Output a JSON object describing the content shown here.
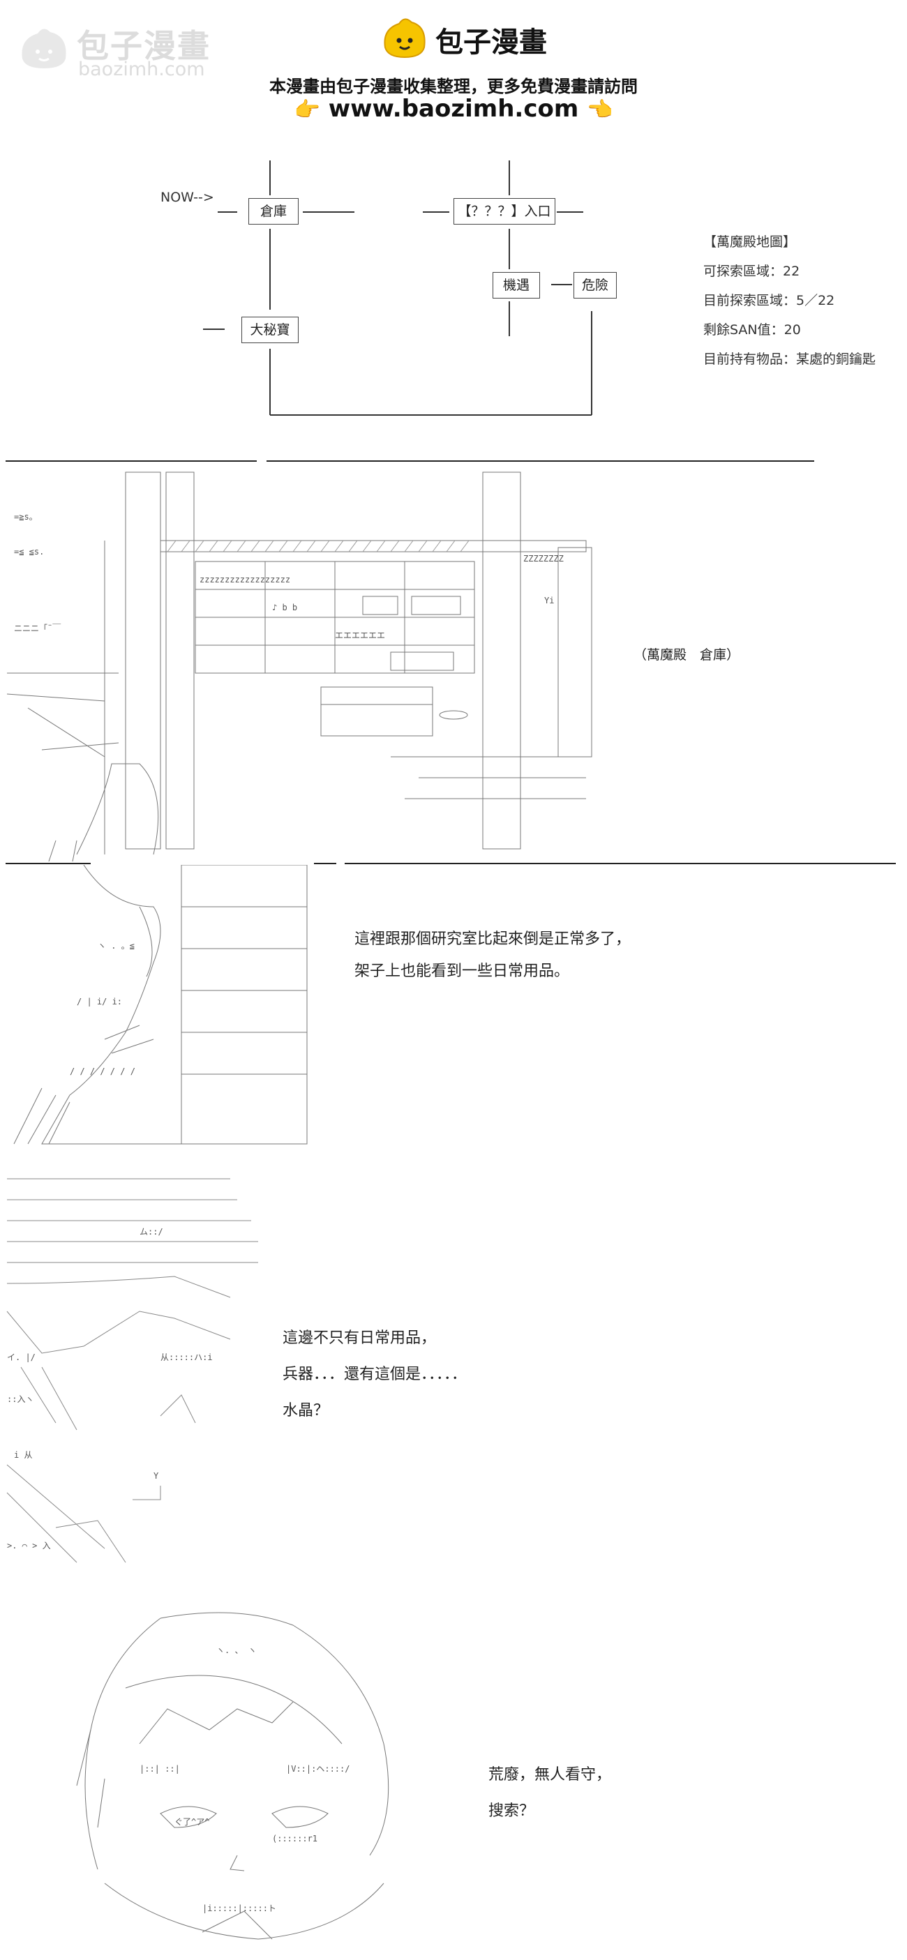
{
  "watermark": {
    "name": "包子漫畫",
    "domain": "baozimh.com"
  },
  "header": {
    "site_name": "包子漫畫",
    "notice": "本漫畫由包子漫畫收集整理，更多免費漫畫請訪問",
    "url": "www.baozimh.com",
    "hand_left": "👉",
    "hand_right": "👈"
  },
  "map": {
    "now_marker": "NOW-->",
    "nodes": {
      "warehouse": "倉庫",
      "entrance": "【？？？】入口",
      "encounter": "機遇",
      "danger": "危險",
      "treasure": "大秘寶"
    },
    "legend": {
      "title": "【萬魔殿地圖】",
      "explorable": "可探索區域：22",
      "explored": "目前探索區域：5／22",
      "san": "剩餘SAN值：20",
      "items": "目前持有物品：某處的銅鑰匙"
    }
  },
  "panels": {
    "location_label": "（萬魔殿　倉庫）",
    "caption1_line1": "這裡跟那個研究室比起來倒是正常多了，",
    "caption1_line2": "架子上也能看到一些日常用品。",
    "caption2_line1": "這邊不只有日常用品，",
    "caption2_line2": "兵器．．．還有這個是．．．．．",
    "caption2_line3": "水晶？",
    "caption3_line1": "荒廢，無人看守，",
    "caption3_line2": "搜索？"
  },
  "colors": {
    "logo_yellow": "#f6c400",
    "watermark_gray": "#dcdcdc",
    "ink": "#222222"
  }
}
